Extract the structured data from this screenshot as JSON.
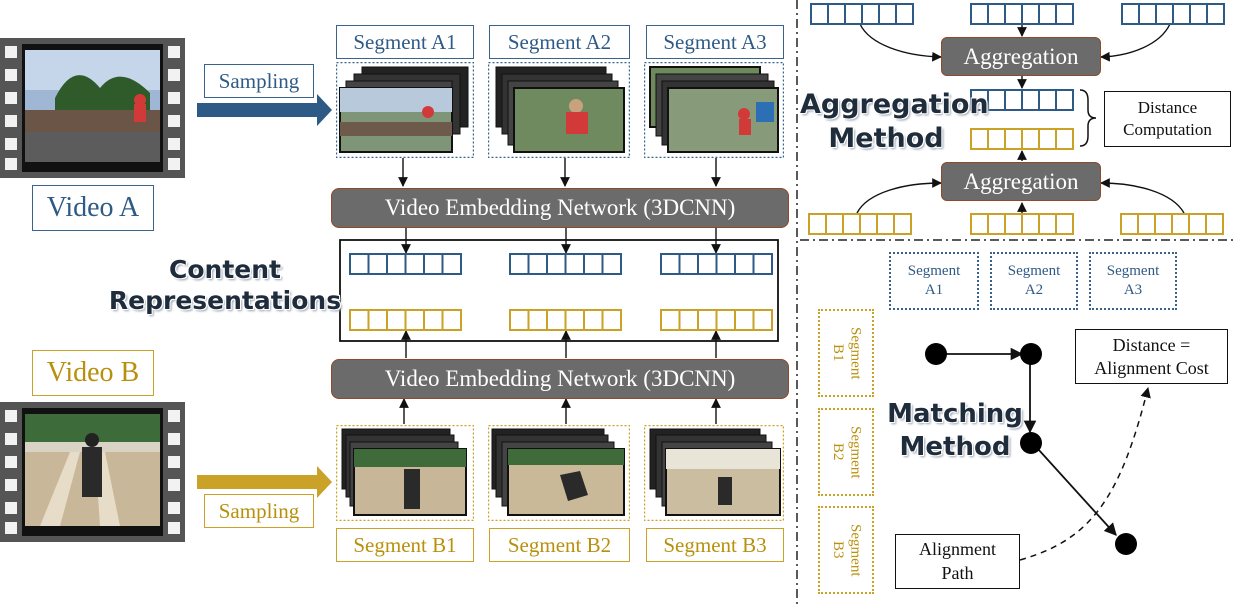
{
  "videos": {
    "a_label": "Video A",
    "b_label": "Video B"
  },
  "sampling": {
    "a_label": "Sampling",
    "b_label": "Sampling"
  },
  "segments_a": [
    "Segment A1",
    "Segment A2",
    "Segment A3"
  ],
  "segments_b": [
    "Segment B1",
    "Segment B2",
    "Segment B3"
  ],
  "network": {
    "top_label": "Video Embedding Network (3DCNN)",
    "bottom_label": "Video Embedding Network (3DCNN)"
  },
  "content_representations": "Content\nRepresentations",
  "aggregation": {
    "top_label": "Aggregation",
    "bottom_label": "Aggregation",
    "method_label": "Aggregation\nMethod",
    "distance_label": "Distance\nComputation"
  },
  "matching": {
    "method_label": "Matching\nMethod",
    "segments_a": [
      "Segment\nA1",
      "Segment\nA2",
      "Segment\nA3"
    ],
    "segments_b": [
      "Segment\nB1",
      "Segment\nB2",
      "Segment\nB3"
    ],
    "distance_label": "Distance =\nAlignment Cost",
    "path_label": "Alignment\nPath"
  },
  "colors": {
    "blue": "#2e5a86",
    "gold": "#c9a227",
    "network": "#6b6b6b",
    "network_border": "#8e4a2b"
  }
}
